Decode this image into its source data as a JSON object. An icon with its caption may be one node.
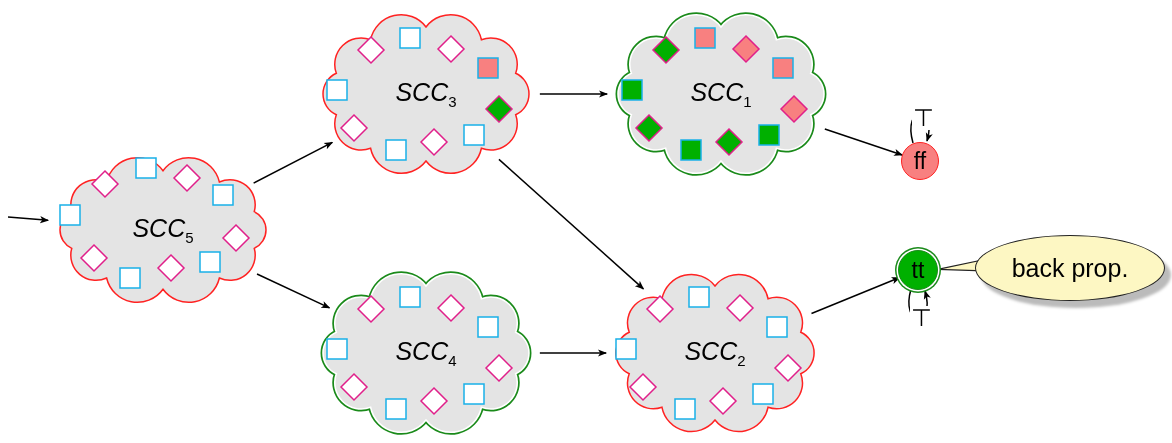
{
  "diagram": {
    "nodes": [
      {
        "text": [
          "*SCC*$_{5}$"
        ]
      },
      {
        "text": [
          "*SCC*$_{3}$"
        ]
      },
      {
        "text": [
          "*SCC*$_{1}$"
        ]
      },
      {
        "text": [
          "*SCC*$_{4}$"
        ]
      },
      {
        "text": [
          "*SCC*$_{2}$"
        ]
      },
      {
        "text": [
          "ff"
        ]
      },
      {
        "text": [
          "tt"
        ]
      },
      {
        "text": [
          "back prop."
        ]
      }
    ],
    "edges": [
      {
        "from": null,
        "to": 0,
        "arrow": "to"
      },
      {
        "from": 0,
        "to": 1,
        "arrow": "to"
      },
      {
        "from": 0,
        "to": 3,
        "arrow": "to"
      },
      {
        "from": 1,
        "to": 2,
        "arrow": "to"
      },
      {
        "from": 1,
        "to": 4,
        "arrow": "to"
      },
      {
        "from": 3,
        "to": 4,
        "arrow": "to"
      },
      {
        "from": 2,
        "to": 5,
        "arrow": "to"
      },
      {
        "from": 4,
        "to": 6,
        "arrow": "to"
      },
      {
        "from": 5,
        "to": 5,
        "arrow": "to",
        "label": "⊤"
      },
      {
        "from": 6,
        "to": 6,
        "arrow": "to",
        "label": "⊤"
      },
      {
        "from": 7,
        "to": 6,
        "arrow": "none"
      }
    ]
  }
}
